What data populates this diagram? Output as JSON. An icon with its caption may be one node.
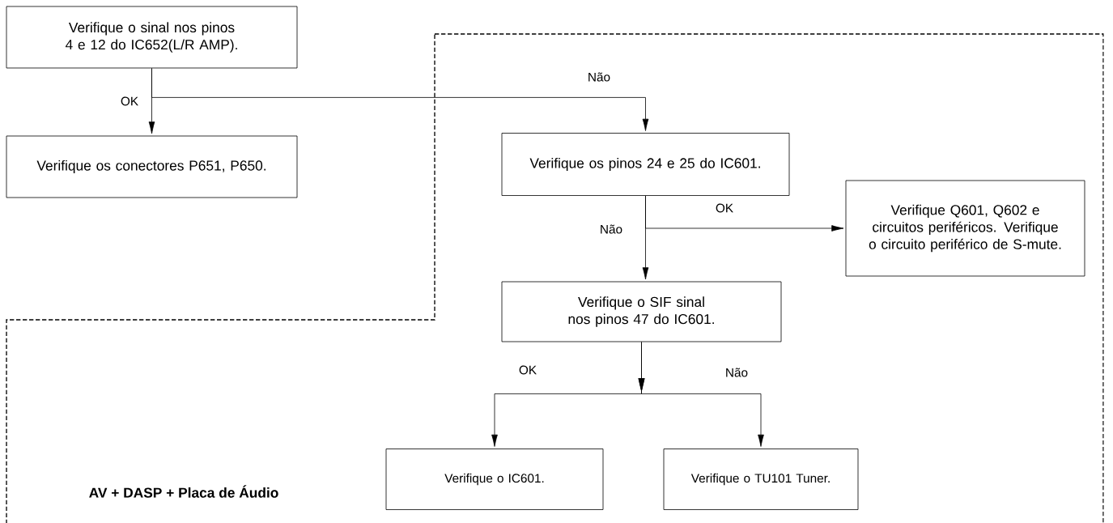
{
  "diagram": {
    "nodes": [
      {
        "text": [
          "Verifique o sinal nos pinos 4 e 12 do IC652(L/R AMP)."
        ]
      },
      {
        "text": [
          "Verifique os conectores P651, P650."
        ]
      },
      {
        "text": [
          "AV + DASP + Placa de Áudio"
        ]
      },
      {
        "text": [
          "Verifique os pinos 24 e 25 do IC601."
        ],
        "in": 2
      },
      {
        "text": [
          "Verifique Q601, Q602 e circuitos periféricos. Verifique o circuito periférico de S-mute."
        ],
        "in": 2
      },
      {
        "text": [
          "Verifique o SIF sinal nos pinos 47 do IC601."
        ],
        "in": 2
      },
      {
        "text": [
          "Verifique o IC601."
        ],
        "in": 2
      },
      {
        "text": [
          "Verifique o TU101 Tuner."
        ],
        "in": 2
      }
    ],
    "edges": [
      {
        "from": 0,
        "to": 1,
        "arrow": "to",
        "label": "OK"
      },
      {
        "from": 0,
        "to": 3,
        "arrow": "to",
        "label": "Não"
      },
      {
        "from": 3,
        "to": 5,
        "arrow": "to",
        "label": "Não"
      },
      {
        "from": 3,
        "to": 4,
        "arrow": "to",
        "label": "OK"
      },
      {
        "from": 5,
        "to": 6,
        "arrow": "to",
        "label": "OK"
      },
      {
        "from": 5,
        "to": 7,
        "arrow": "to",
        "label": "Não"
      }
    ]
  }
}
